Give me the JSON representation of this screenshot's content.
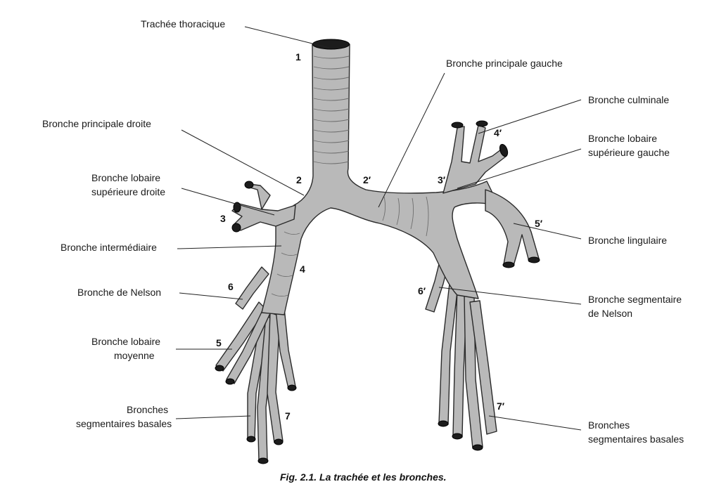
{
  "labels": {
    "trachea": "Trachée thoracique",
    "left_main": "Bronche principale gauche",
    "culminal": "Bronche culminale",
    "right_main": "Bronche principale droite",
    "left_upper_1": "Bronche lobaire",
    "left_upper_2": "supérieure gauche",
    "right_upper_1": "Bronche lobaire",
    "right_upper_2": "supérieure droite",
    "intermediate": "Bronche intermédiaire",
    "lingular": "Bronche lingulaire",
    "nelson": "Bronche de Nelson",
    "seg_nelson_1": "Bronche segmentaire",
    "seg_nelson_2": "de Nelson",
    "middle_1": "Bronche lobaire",
    "middle_2": "moyenne",
    "basal_right_1": "Bronches",
    "basal_right_2": "segmentaires basales",
    "basal_left_1": "Bronches",
    "basal_left_2": "segmentaires basales"
  },
  "numbers": {
    "n1": "1",
    "n2": "2",
    "n2p": "2′",
    "n3": "3",
    "n3p": "3′",
    "n4": "4",
    "n4p": "4′",
    "n5": "5",
    "n5p": "5′",
    "n6": "6",
    "n6p": "6′",
    "n7": "7",
    "n7p": "7′"
  },
  "caption": "Fig. 2.1. La trachée et les bronches."
}
